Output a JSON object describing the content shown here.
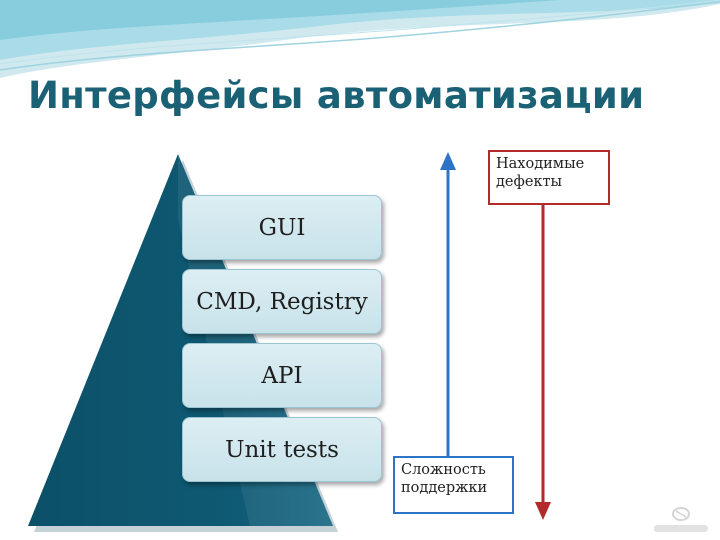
{
  "slide": {
    "title": "Интерфейсы автоматизации"
  },
  "pyramid": {
    "levels": [
      {
        "label": "GUI"
      },
      {
        "label": "CMD, Registry"
      },
      {
        "label": "API"
      },
      {
        "label": "Unit tests"
      }
    ]
  },
  "axes": {
    "defects": {
      "line1": "Находимые",
      "line2": "дефекты",
      "color": "#b22a2a",
      "arrow_direction": "down"
    },
    "support": {
      "line1": "Сложность",
      "line2": "поддержки",
      "color": "#2e74c6",
      "arrow_direction": "up"
    }
  },
  "colors": {
    "title": "#1b6176",
    "pyramid": "#0f5a74",
    "box_fill": "#d6ebf1"
  }
}
